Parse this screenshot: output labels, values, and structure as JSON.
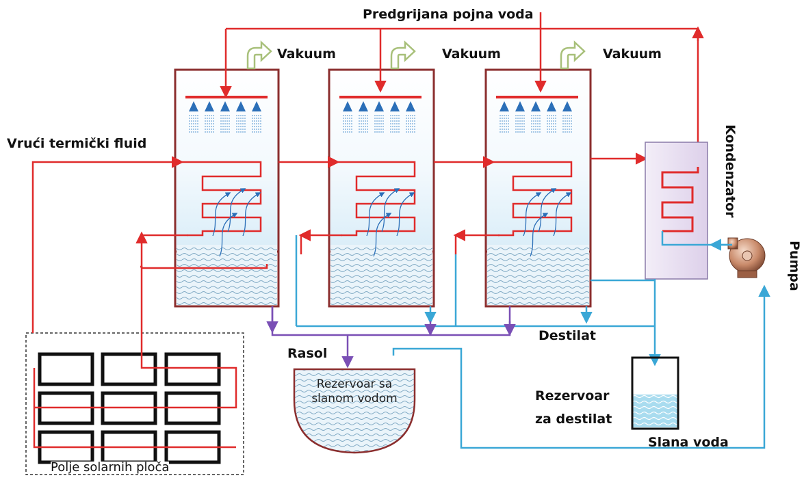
{
  "labels": {
    "preheated_feed_water": "Predgrijana pojna voda",
    "vacuum": "Vakuum",
    "hot_thermal_fluid": "Vrući termički fluid",
    "condenser": "Kondenzator",
    "pump": "Pumpa",
    "distillate": "Destilat",
    "brine": "Rasol",
    "brine_tank_line1": "Rezervoar sa",
    "brine_tank_line2": "slanom vodom",
    "distillate_tank_line1": "Rezervoar",
    "distillate_tank_line2": "za destilat",
    "salt_water": "Slana voda",
    "solar_field": "Polje solarnih ploča"
  },
  "colors": {
    "hot_line": "#e02b2b",
    "cold_line": "#3aa7d6",
    "brine_line": "#7a4fb5",
    "vessel_border": "#8b2e2e",
    "spray": "#2b6fb8",
    "vent_arrow": "#a8c07a",
    "panel": "#111111",
    "condenser_fill": "#e6dcf0",
    "water_fill": "#9fd3ea"
  }
}
